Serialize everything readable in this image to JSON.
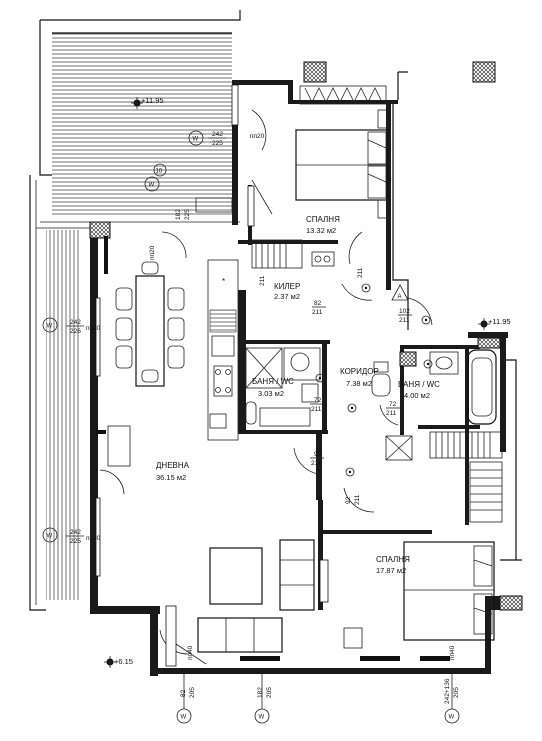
{
  "plan": {
    "rooms": [
      {
        "id": "bedroom-1",
        "name": "СПАЛНЯ",
        "area": "13.32 м2"
      },
      {
        "id": "storage",
        "name": "КИЛЕР",
        "area": "2.37 м2"
      },
      {
        "id": "bathroom-1",
        "name": "БАНЯ / WC",
        "area": "3.03 м2"
      },
      {
        "id": "corridor",
        "name": "КОРИДОР",
        "area": "7.38 м2"
      },
      {
        "id": "bathroom-2",
        "name": "БАНЯ / WC",
        "area": "4.00 м2"
      },
      {
        "id": "living",
        "name": "ДНЕВНА",
        "area": "36.15 м2"
      },
      {
        "id": "bedroom-2",
        "name": "СПАЛНЯ",
        "area": "17.87 м2"
      }
    ],
    "levels": [
      "+11.95",
      "+11.95",
      "+6.15"
    ],
    "door_tags": [
      {
        "top": "82",
        "bottom": "211"
      },
      {
        "top": "102",
        "bottom": "211"
      },
      {
        "top": "72",
        "bottom": "211"
      },
      {
        "top": "72",
        "bottom": "211"
      },
      {
        "top": "92",
        "bottom": "211"
      },
      {
        "top": "92",
        "bottom": "211"
      }
    ],
    "window_tags": [
      {
        "top": "242",
        "bottom": "225",
        "extra": "пп20"
      },
      {
        "top": "242",
        "bottom": "226",
        "extra": "пп20"
      },
      {
        "top": "242",
        "bottom": "225",
        "extra": "пп20"
      }
    ],
    "misc_tags": {
      "balcony_door_a": "182",
      "balcony_door_b": "225",
      "living_door": "пп20",
      "storage_v_a": "211",
      "bed_door_v_a": "211",
      "bottom_a_top": "82",
      "bottom_a_bottom": "205",
      "bottom_b_top": "182",
      "bottom_b_bottom": "205",
      "bottom_c_top": "242+136",
      "bottom_c_bottom": "205",
      "pn40_left": "пп40",
      "pn40_right": "пп40",
      "circle_num": "10",
      "w_letter": "W",
      "star": "*",
      "warn": "A"
    }
  }
}
